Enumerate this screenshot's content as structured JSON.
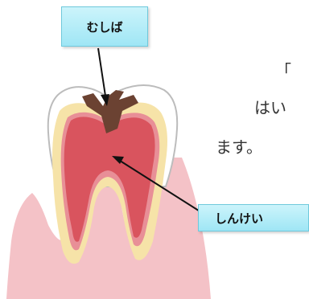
{
  "labels": {
    "cavity": "むしば",
    "nerve": "しんけい"
  },
  "text": {
    "line1": "「",
    "line2": "はい",
    "line3": "ます。"
  },
  "colors": {
    "gum": "#f4c2c7",
    "enamel": "#ffffff",
    "enamel_outline": "#bcbcbc",
    "dentin": "#f6e3a8",
    "pulp": "#d9545e",
    "pulp_edge": "#e88f97",
    "cavity": "#6b4232",
    "label_fill": "#aee9f6",
    "label_border": "#6fc9dc"
  }
}
